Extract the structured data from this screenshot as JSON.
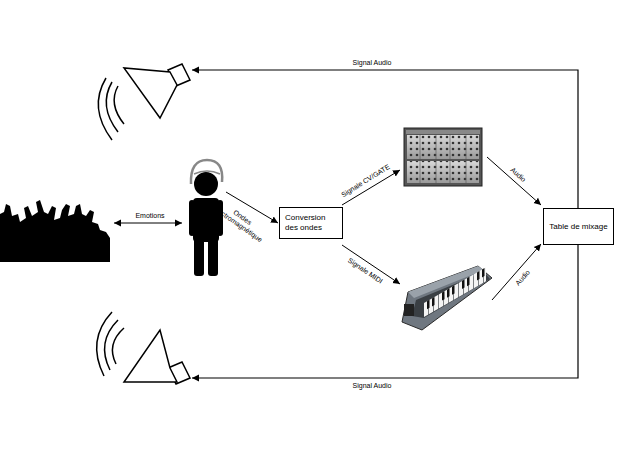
{
  "diagram": {
    "nodes": [
      {
        "text": [
          "Conversion des ondes"
        ]
      },
      {
        "text": [
          "Table de mixage"
        ]
      }
    ],
    "labels": [
      "Signal Audio",
      "Signal Audio",
      "Emotions",
      "Ondes électromagnétique",
      "Signale CV/GATE",
      "Signale MIDI",
      "Audio",
      "Audio"
    ]
  }
}
